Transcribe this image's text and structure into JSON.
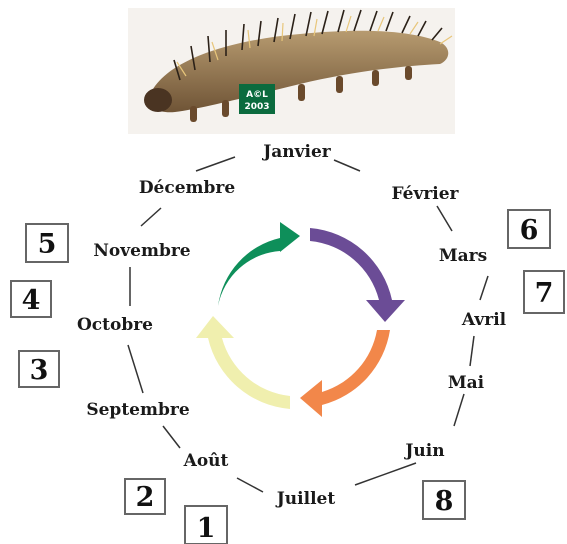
{
  "photo": {
    "icon": "caterpillar-photo",
    "badge": {
      "line1": "A©L",
      "line2": "2003",
      "color": "#0b6b3e"
    }
  },
  "months": [
    "Janvier",
    "Février",
    "Mars",
    "Avril",
    "Mai",
    "Juin",
    "Juillet",
    "Août",
    "Septembre",
    "Octobre",
    "Novembre",
    "Décembre"
  ],
  "numbers": [
    "1",
    "2",
    "3",
    "4",
    "5",
    "6",
    "7",
    "8"
  ],
  "cycle_arrows": [
    {
      "name": "green-arrow",
      "color": "#0e8f5a"
    },
    {
      "name": "purple-arrow",
      "color": "#6b4c96"
    },
    {
      "name": "orange-arrow",
      "color": "#f2874a"
    },
    {
      "name": "yellow-arrow",
      "color": "#f0efae"
    }
  ]
}
